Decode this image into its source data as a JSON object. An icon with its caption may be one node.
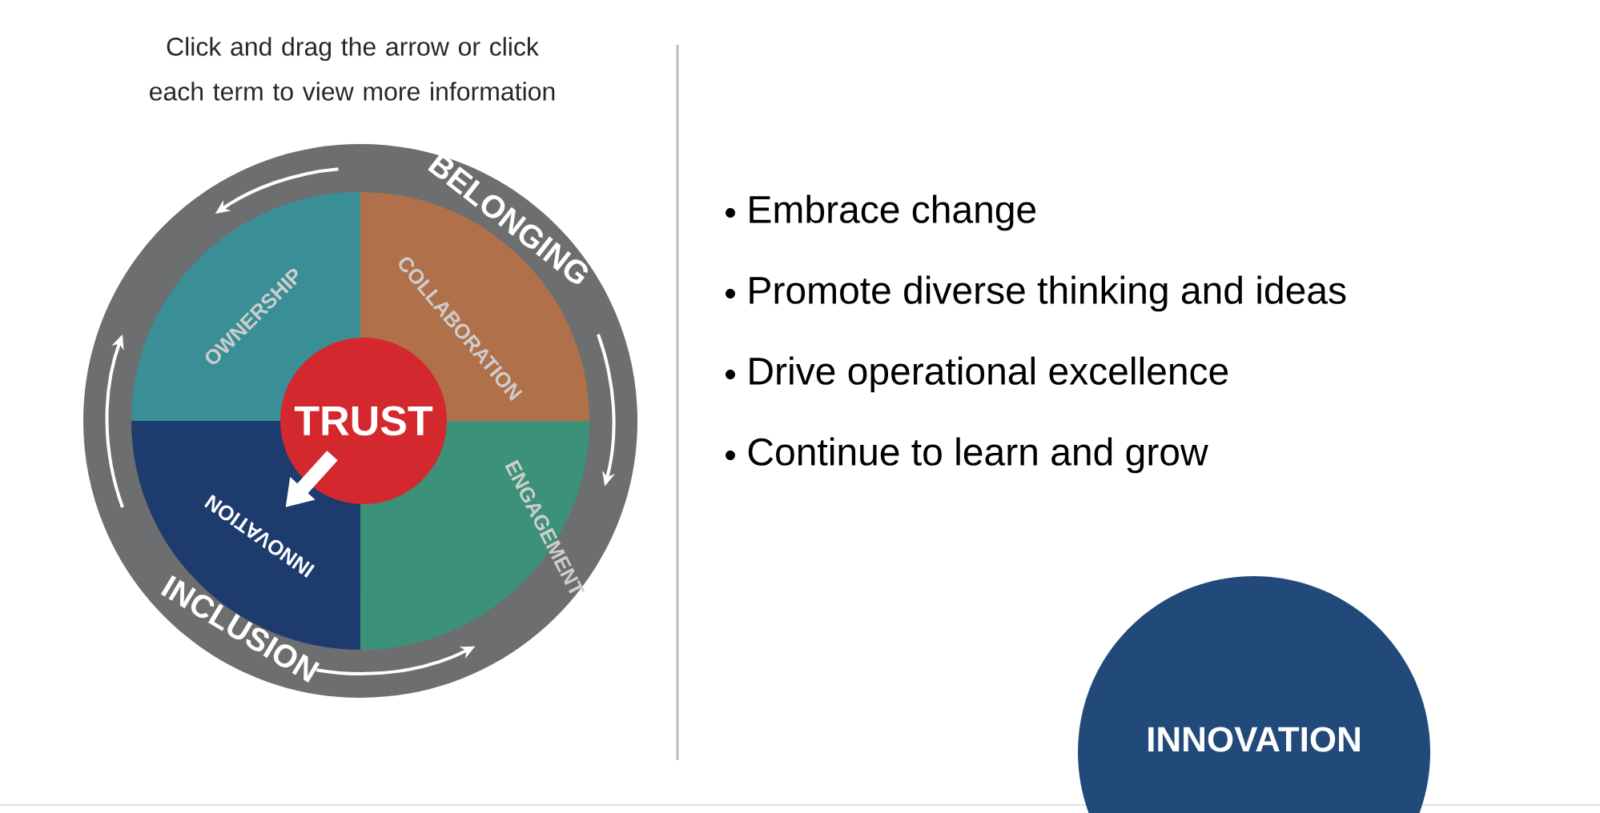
{
  "diagram": {
    "nodes": [
      {
        "text": [
          "BELONGING",
          "INCLUSION"
        ]
      },
      {
        "text": [
          "OWNERSHIP"
        ],
        "in": 0
      },
      {
        "text": [
          "COLLABORATION"
        ],
        "in": 0
      },
      {
        "text": [
          "ENGAGEMENT"
        ],
        "in": 0
      },
      {
        "text": [
          "INNOVATION"
        ],
        "in": 0
      },
      {
        "text": [
          "TRUST"
        ],
        "in": 0
      },
      {
        "text": [
          "INNOVATION"
        ]
      }
    ],
    "edges": [
      {
        "from": 5,
        "to": 4,
        "arrow": "to",
        "color": "#ffffff"
      }
    ],
    "labels": [
      "Click and drag the arrow or click each term to view more information",
      "Embrace change",
      "Promote diverse thinking and ideas",
      "Drive operational excellence",
      "Continue to learn and grow"
    ]
  }
}
